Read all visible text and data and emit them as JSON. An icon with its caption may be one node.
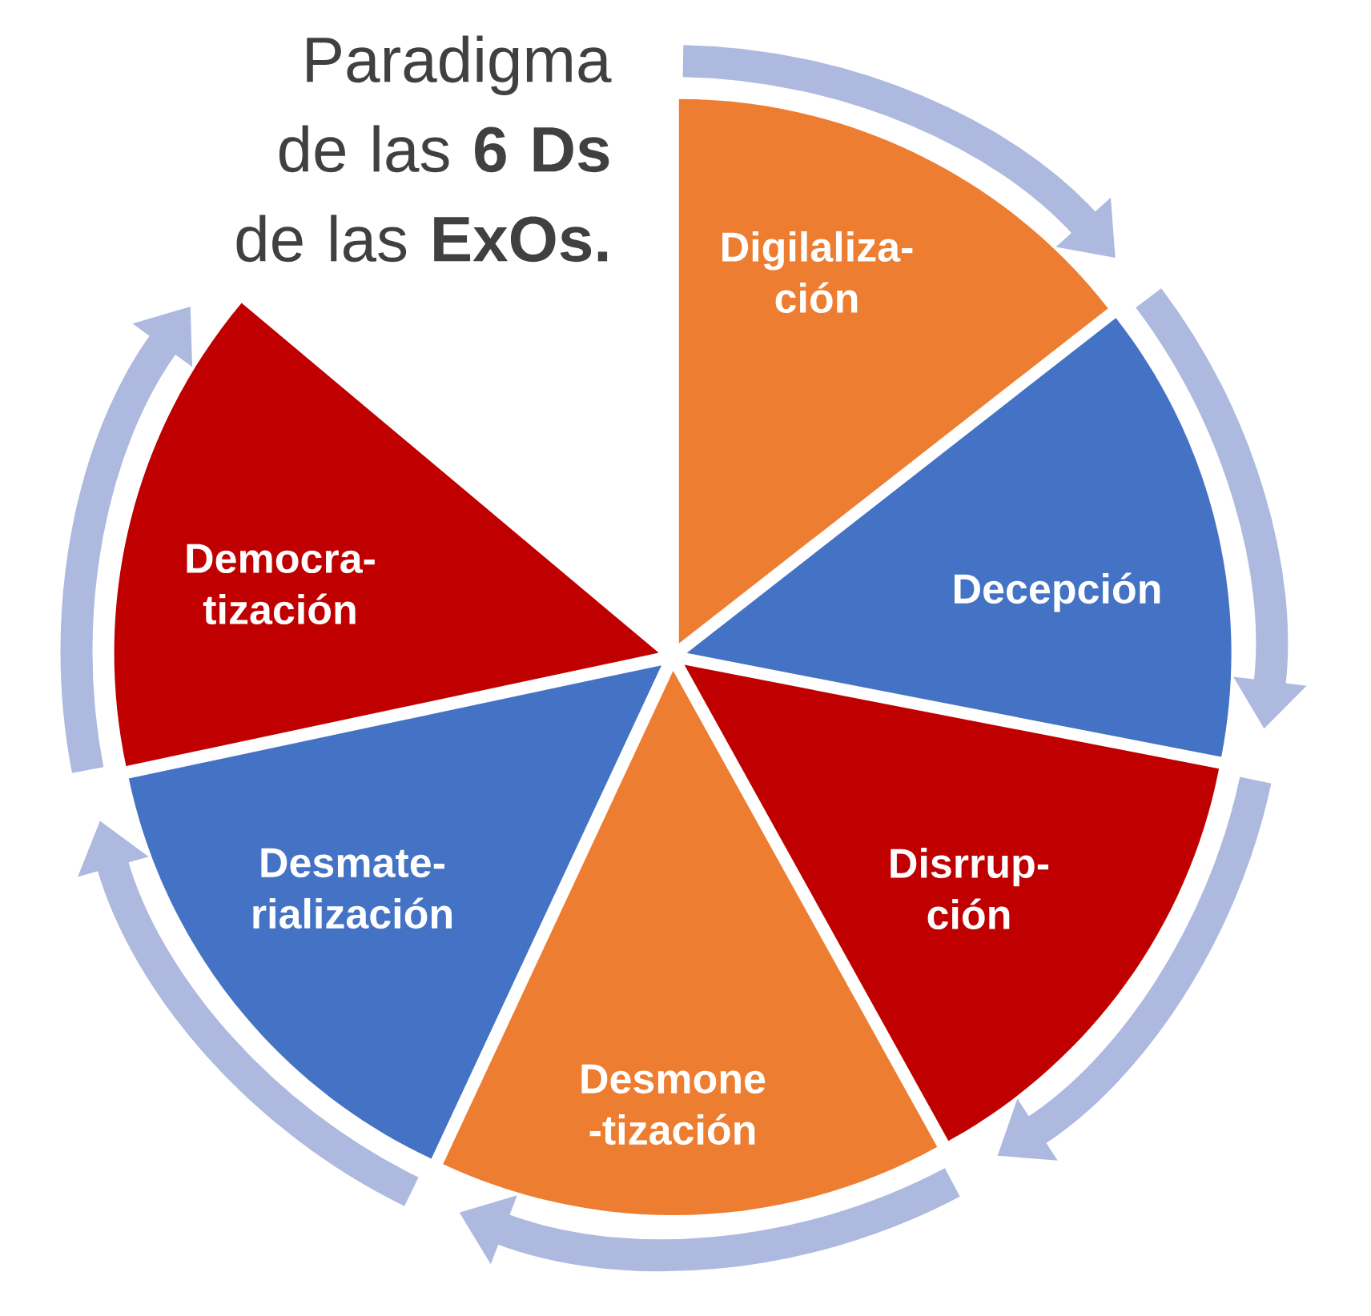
{
  "diagram": {
    "title": "Paradigma de las **6** **Ds** de las **ExOs.**",
    "nodes": [
      {
        "text": [
          "Digilaliza- ción"
        ]
      },
      {
        "text": [
          "Decepción"
        ]
      },
      {
        "text": [
          "Disrrup- ción"
        ]
      },
      {
        "text": [
          "Desmone -tización"
        ]
      },
      {
        "text": [
          "Desmate- rialización"
        ]
      },
      {
        "text": [
          "Democra- tización"
        ]
      }
    ]
  }
}
